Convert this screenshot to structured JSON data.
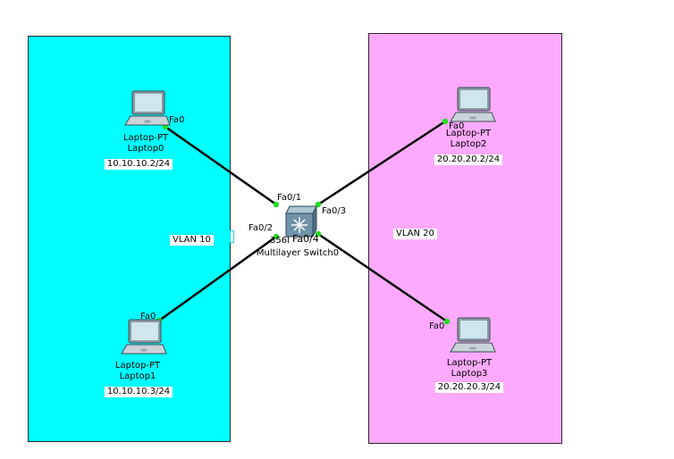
{
  "colors": {
    "vlan10_area": "#00ffff",
    "vlan20_area": "#ffaaff",
    "link": "#000000",
    "port_up": "#22dd22"
  },
  "areas": [
    {
      "id": "area-left",
      "label": "VLAN 10"
    },
    {
      "id": "area-right",
      "label": "VLAN 20"
    }
  ],
  "switch": {
    "icon": "multilayer-switch-icon",
    "model_partial": "356l",
    "name": "Multilayer Switch0",
    "ports": [
      "Fa0/1",
      "Fa0/2",
      "Fa0/3",
      "Fa0/4"
    ]
  },
  "devices": [
    {
      "icon": "laptop-icon",
      "type": "Laptop-PT",
      "name": "Laptop0",
      "ip": "10.10.10.2/24",
      "port": "Fa0"
    },
    {
      "icon": "laptop-icon",
      "type": "Laptop-PT",
      "name": "Laptop1",
      "ip": "10.10.10.3/24",
      "port": "Fa0"
    },
    {
      "icon": "laptop-icon",
      "type": "Laptop-PT",
      "name": "Laptop2",
      "ip": "20.20.20.2/24",
      "port": "Fa0"
    },
    {
      "icon": "laptop-icon",
      "type": "Laptop-PT",
      "name": "Laptop3",
      "ip": "20.20.20.3/24",
      "port": "Fa0"
    }
  ]
}
